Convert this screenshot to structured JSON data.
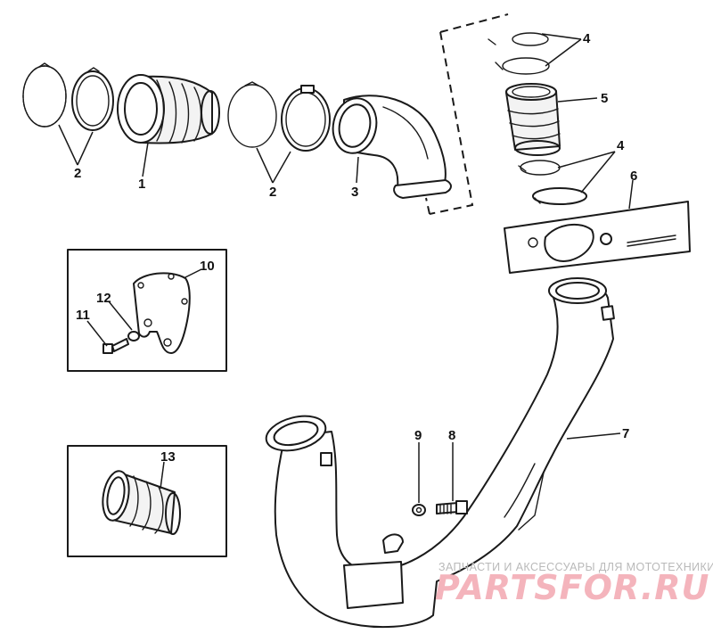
{
  "diagram": {
    "callouts": {
      "c1": "1",
      "c2a": "2",
      "c2b": "2",
      "c3": "3",
      "c4a": "4",
      "c4b": "4",
      "c5": "5",
      "c6": "6",
      "c7": "7",
      "c8": "8",
      "c9": "9",
      "c10": "10",
      "c11": "11",
      "c12": "12",
      "c13": "13"
    }
  },
  "watermark": {
    "tagline": "ЗАПЧАСТИ И АКСЕССУАРЫ ДЛЯ МОТОТЕХНИКИ",
    "brand": "PARTSFOR.RU",
    "color": "#f4b4bc"
  }
}
